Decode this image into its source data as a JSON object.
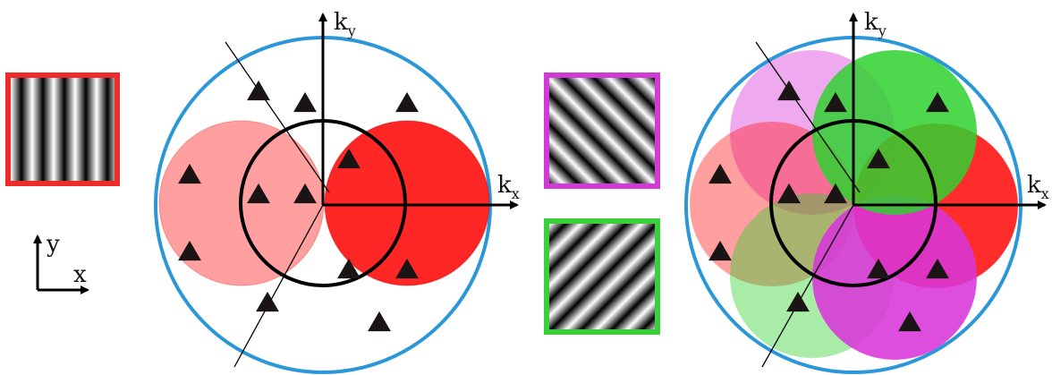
{
  "axes_labels": {
    "ky": "k",
    "ky_sub": "y",
    "kx": "k",
    "kx_sub": "x",
    "real_y": "y",
    "real_x": "x"
  },
  "colors": {
    "boundary_circle": "#2b97d8",
    "red": "#ff1a1a",
    "light_red": "#f98c8c",
    "magenta": "#d935d9",
    "light_magenta": "#e58fe5",
    "green": "#2fd12f",
    "light_green": "#8ee88e",
    "olive": "#a8b25a",
    "frame_red": "#ef2b2b",
    "frame_magenta": "#d23ad6",
    "frame_green": "#3ccf3c",
    "marker": "#1a1414"
  },
  "icons": {
    "pattern_vertical": "vertical-fringe-pattern",
    "pattern_diagonal_up": "diagonal-fringe-pattern-rising",
    "pattern_diagonal_down": "diagonal-fringe-pattern-falling",
    "marker": "triangle-marker"
  }
}
